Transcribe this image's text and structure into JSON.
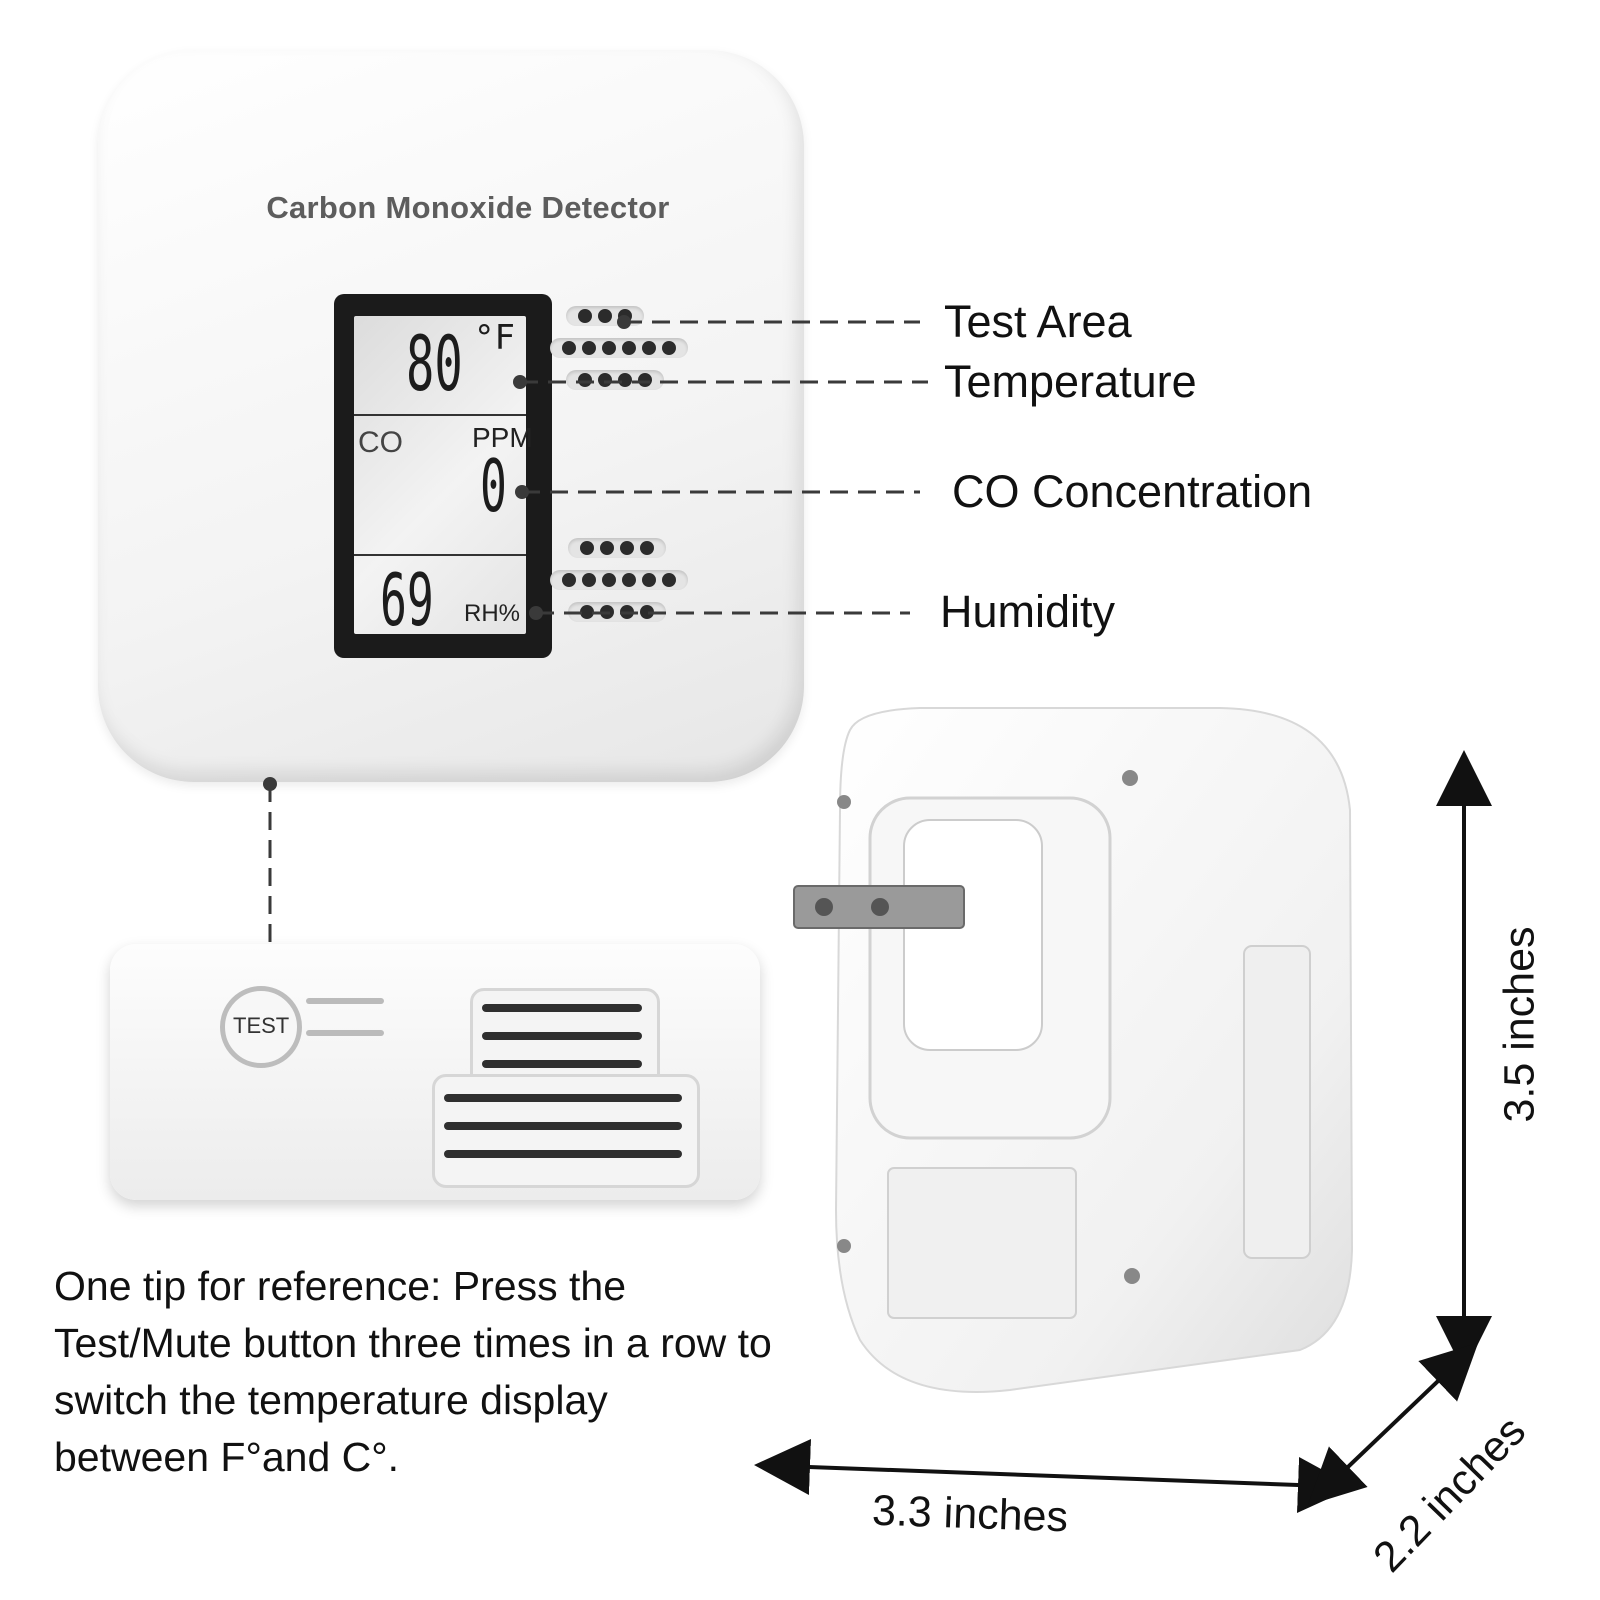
{
  "device_title": "Carbon Monoxide Detector",
  "lcd": {
    "temperature": "80",
    "temperature_unit": "°F",
    "co_label": "CO",
    "ppm_label": "PPM",
    "co_value": "0",
    "humidity": "69",
    "humidity_unit": "RH%"
  },
  "callouts": {
    "test_area": "Test Area",
    "temperature": "Temperature",
    "co_concentration": "CO Concentration",
    "humidity": "Humidity"
  },
  "test_button_label": "TEST",
  "tip_text": "One tip for reference: Press the Test/Mute button three times in a row to switch the temperature display between F°and C°.",
  "dimensions": {
    "height": "3.5 inches",
    "width": "3.3 inches",
    "depth": "2.2 inches"
  }
}
